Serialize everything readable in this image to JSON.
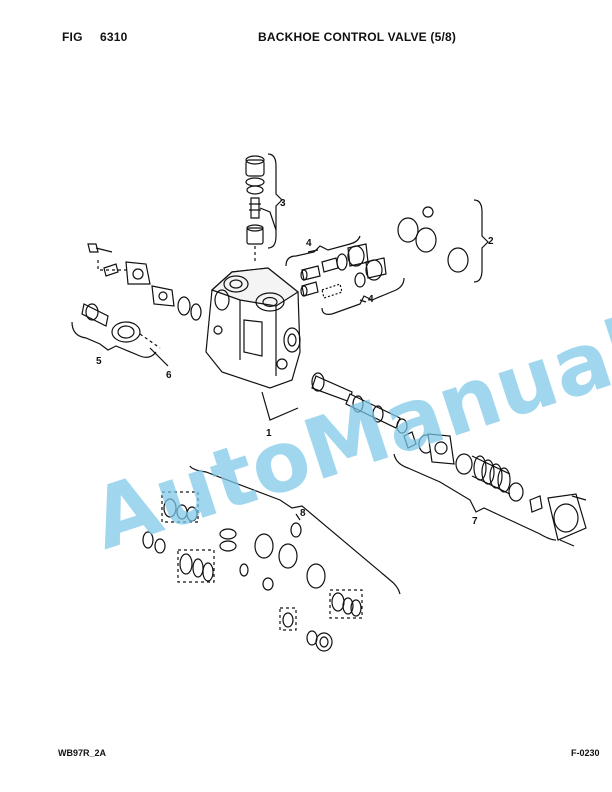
{
  "header": {
    "fig_label": "FIG",
    "fig_number": "6310",
    "title": "BACKHOE CONTROL VALVE (5/8)"
  },
  "footer": {
    "model": "WB97R_2A",
    "code": "F-0230"
  },
  "callouts": [
    "1",
    "2",
    "3",
    "4",
    "4",
    "5",
    "6",
    "7",
    "8"
  ],
  "watermark": "AutoManual"
}
